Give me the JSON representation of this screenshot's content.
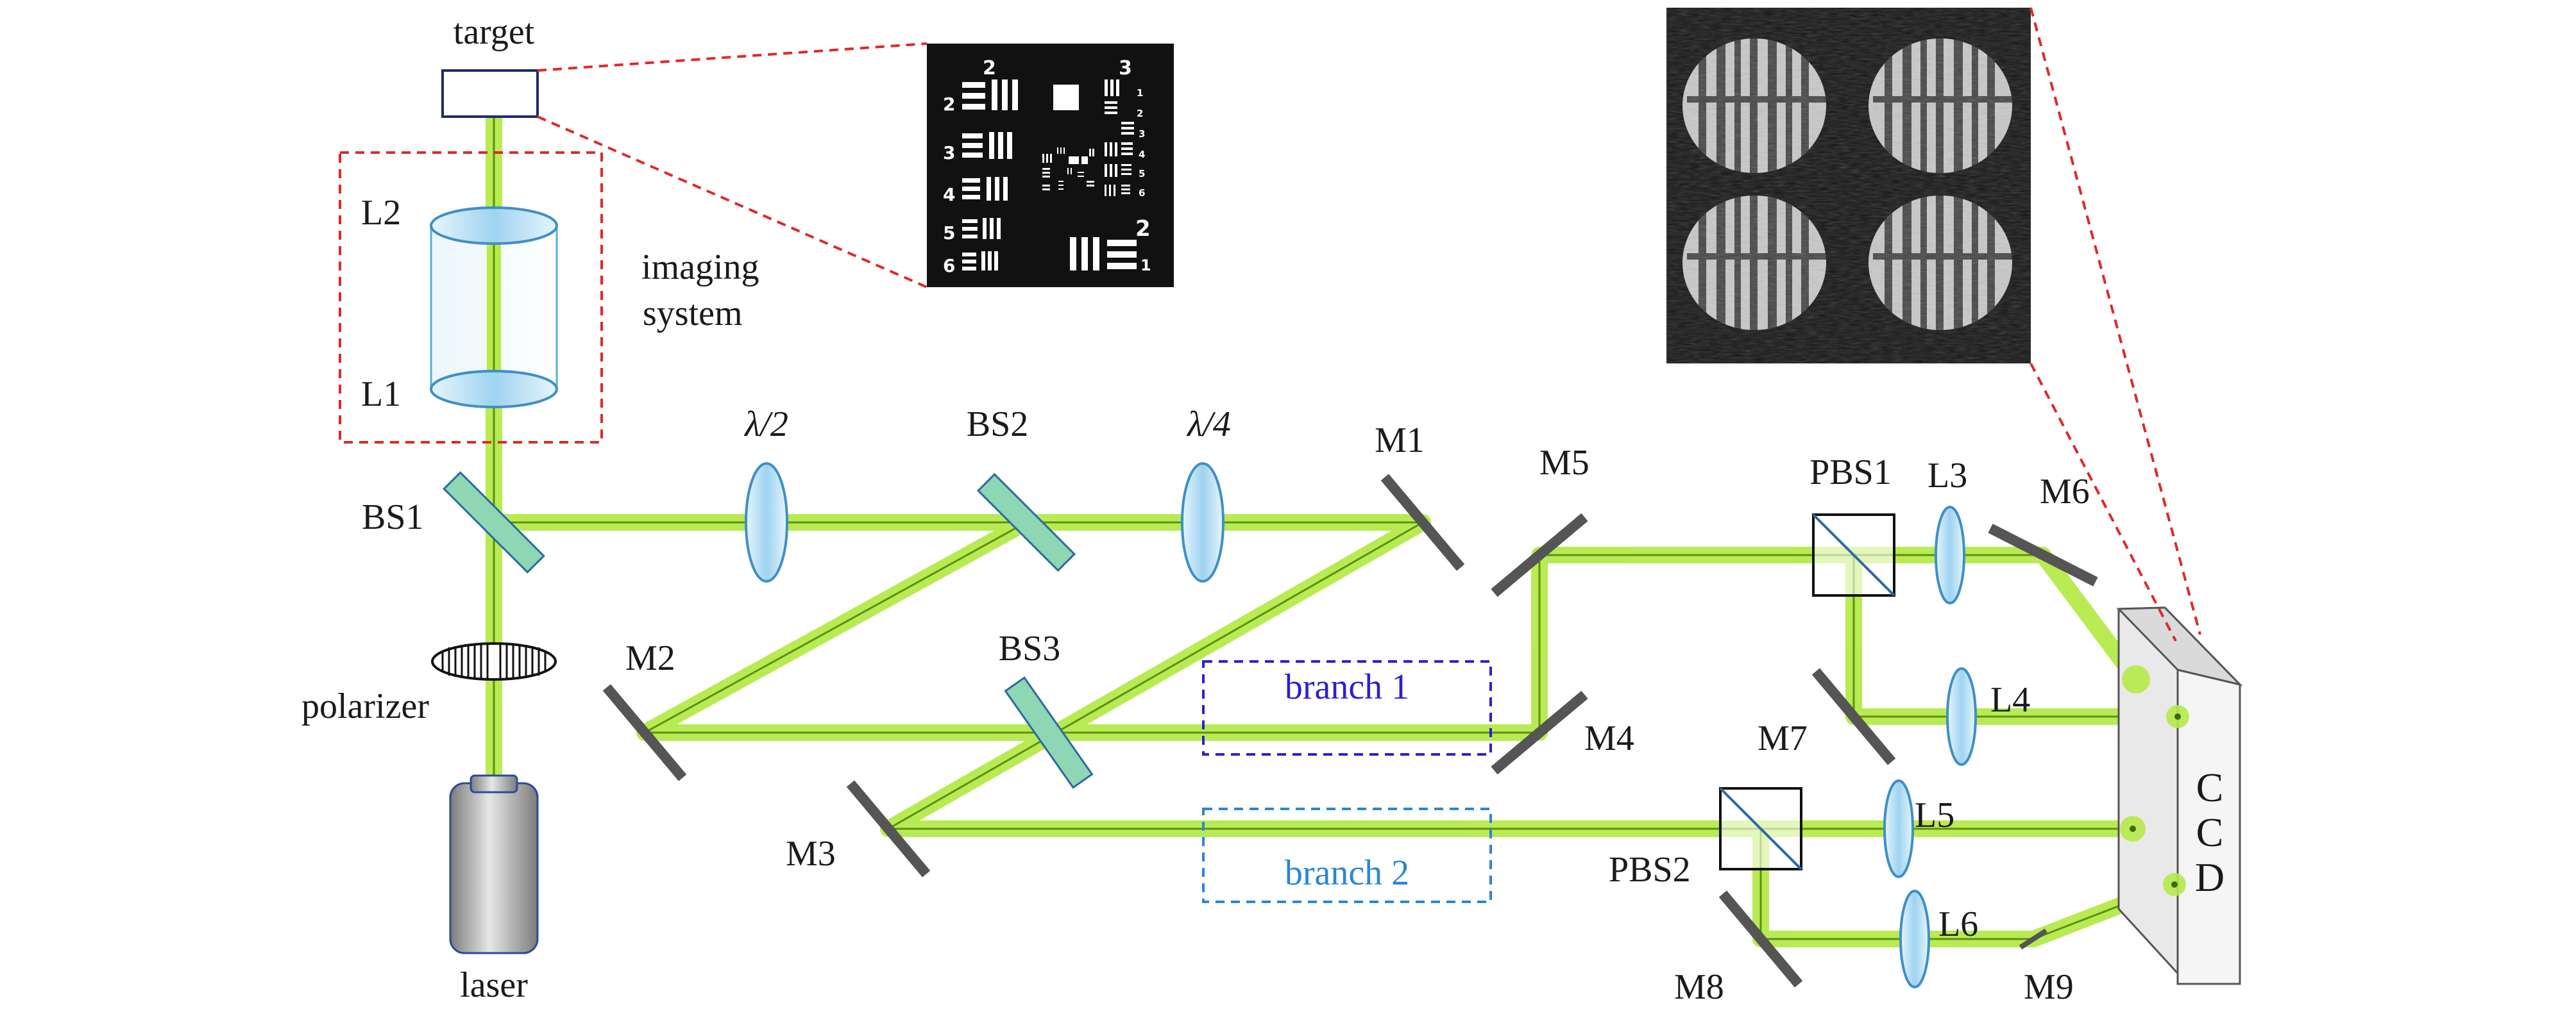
{
  "labels": {
    "target": "target",
    "imaging_system_line1": "imaging",
    "imaging_system_line2": "system",
    "L1": "L1",
    "L2": "L2",
    "BS1": "BS1",
    "BS2": "BS2",
    "BS3": "BS3",
    "half_wave": "λ/2",
    "quarter_wave": "λ/4",
    "polarizer": "polarizer",
    "laser": "laser",
    "M1": "M1",
    "M2": "M2",
    "M3": "M3",
    "M4": "M4",
    "M5": "M5",
    "M6": "M6",
    "M7": "M7",
    "M8": "M8",
    "M9": "M9",
    "PBS1": "PBS1",
    "PBS2": "PBS2",
    "L3": "L3",
    "L4": "L4",
    "L5": "L5",
    "L6": "L6",
    "branch1": "branch 1",
    "branch2": "branch 2",
    "ccd_c1": "C",
    "ccd_c2": "C",
    "ccd_d": "D"
  },
  "target_inset_numbers": {
    "group2_top": "2",
    "group3_top": "3",
    "row_2": "2",
    "row_3": "3",
    "row_4": "4",
    "row_5": "5",
    "row_6": "6",
    "group2_bottom": "2",
    "right_1": "1",
    "right_2": "2",
    "right_3": "3",
    "right_4": "4",
    "right_5": "5",
    "right_6": "6",
    "small_1": "1"
  },
  "colors": {
    "beam_glow": "#b5ea4a",
    "beam_core": "#5f8f12",
    "frame_dashed": "#e0282a",
    "branch1_box": "#2c1fd0",
    "branch2_box": "#2a86d6",
    "beamsplitter": "#8fd6b4",
    "lens": "#a9d9f2",
    "mirror": "#555555",
    "ccd_face": "#e9e9e9",
    "target_box": "#1f2a6b"
  }
}
